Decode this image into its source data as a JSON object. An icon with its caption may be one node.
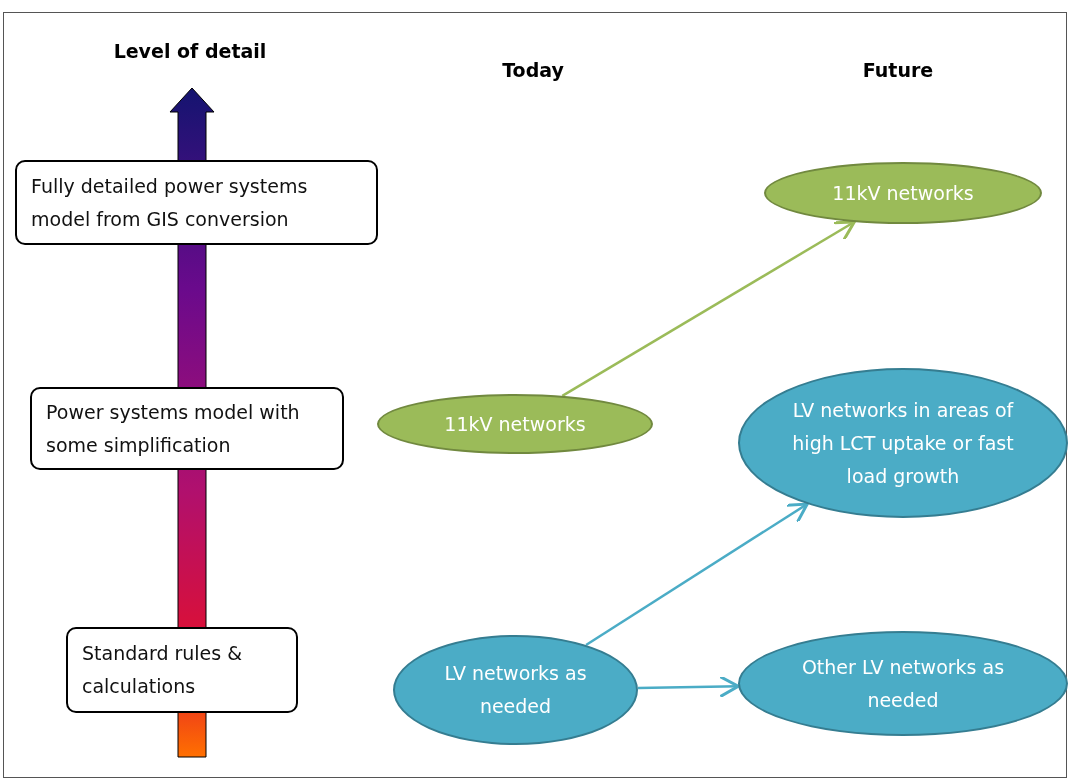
{
  "diagram": {
    "nodes": [
      {
        "text": [
          "Fully detailed power systems model from GIS conversion"
        ]
      },
      {
        "text": [
          "Power systems model with some simplification"
        ]
      },
      {
        "text": [
          "Standard rules & calculations"
        ]
      },
      {
        "text": [
          "11kV networks"
        ]
      },
      {
        "text": [
          "LV networks as needed"
        ]
      },
      {
        "text": [
          "11kV networks"
        ]
      },
      {
        "text": [
          "LV networks in areas of high LCT uptake or fast load growth"
        ]
      },
      {
        "text": [
          "Other LV networks as needed"
        ]
      }
    ],
    "edges": [
      {
        "from": 3,
        "to": 5,
        "arrow": "to",
        "color": "#9bbb59"
      },
      {
        "from": 4,
        "to": 6,
        "arrow": "to"
      },
      {
        "from": 4,
        "to": 7,
        "arrow": "to"
      }
    ],
    "labels": [
      "Level of detail",
      "Today",
      "Future"
    ]
  }
}
